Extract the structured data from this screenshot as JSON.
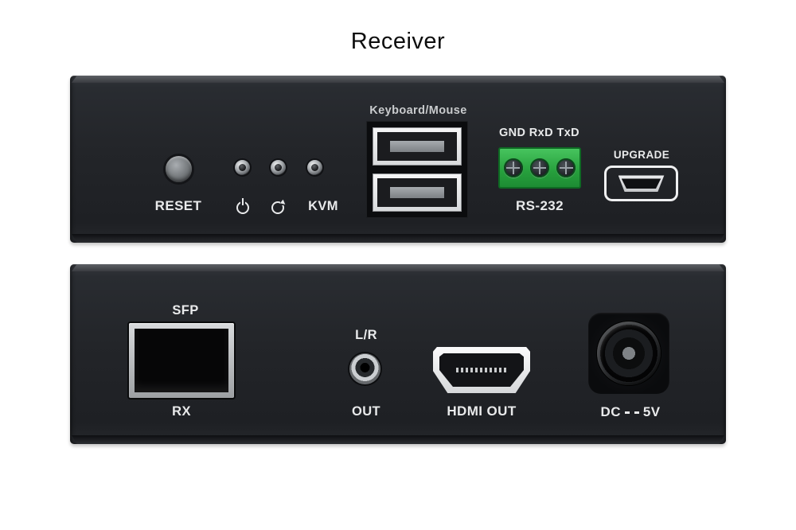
{
  "title": "Receiver",
  "front_panel": {
    "reset_label": "RESET",
    "kvm_label": "KVM",
    "usb_label": "Keyboard/Mouse",
    "serial_pin_label": "GND RxD TxD",
    "serial_label": "RS-232",
    "upgrade_label": "UPGRADE"
  },
  "rear_panel": {
    "sfp_label": "SFP",
    "sfp_port_label": "RX",
    "audio_label": "L/R",
    "audio_port_label": "OUT",
    "hdmi_label": "HDMI OUT",
    "dc_prefix": "DC",
    "dc_suffix": "5V"
  },
  "icons": {
    "power": "power-icon",
    "link": "link-loop-icon",
    "dc_symbol": "dc-symbol-icon"
  },
  "colors": {
    "panel_body": "#232529",
    "terminal_green": "#2fae47",
    "label_text": "#e9eaeb",
    "usb_metal": "#e9eaec"
  }
}
